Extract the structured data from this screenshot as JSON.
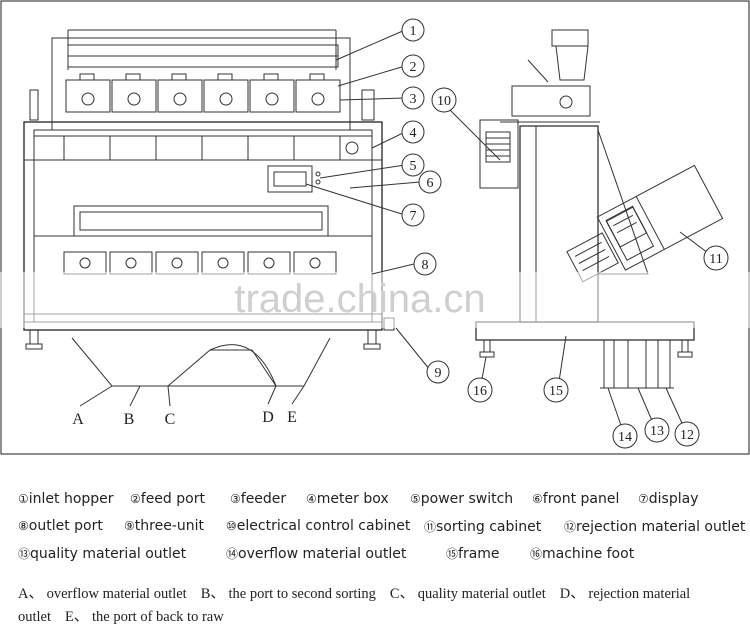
{
  "watermark": "trade.china.cn",
  "callouts": [
    "1",
    "2",
    "3",
    "4",
    "5",
    "6",
    "7",
    "8",
    "9",
    "10",
    "11",
    "12",
    "13",
    "14",
    "15",
    "16"
  ],
  "letters": [
    "A",
    "B",
    "C",
    "D",
    "E"
  ],
  "legend": {
    "row1": [
      {
        "num": "①",
        "label": "inlet hopper"
      },
      {
        "num": "②",
        "label": "feed port"
      },
      {
        "num": "③",
        "label": "feeder"
      },
      {
        "num": "④",
        "label": "meter box"
      },
      {
        "num": "⑤",
        "label": "power switch"
      },
      {
        "num": "⑥",
        "label": "front panel"
      },
      {
        "num": "⑦",
        "label": "display"
      }
    ],
    "row2": [
      {
        "num": "⑧",
        "label": "outlet port"
      },
      {
        "num": "⑨",
        "label": "three-unit"
      },
      {
        "num": "⑩",
        "label": "electrical control cabinet"
      },
      {
        "num": "⑪",
        "label": "sorting cabinet"
      },
      {
        "num": "⑫",
        "label": "rejection material outlet"
      }
    ],
    "row3": [
      {
        "num": "⑬",
        "label": "quality material outlet"
      },
      {
        "num": "⑭",
        "label": "overflow material outlet"
      },
      {
        "num": "⑮",
        "label": "frame"
      },
      {
        "num": "⑯",
        "label": "machine foot"
      }
    ]
  },
  "notes": [
    "A、 overflow material outlet",
    "B、 the port to second sorting",
    "C、 quality material outlet",
    "D、 rejection material outlet",
    "E、 the port of back to raw"
  ]
}
